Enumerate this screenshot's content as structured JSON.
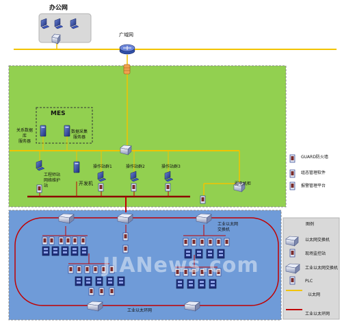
{
  "title_office": "办公网",
  "label_wan": "广域网",
  "label_mes": "MES",
  "label_relational_db": [
    "关系数据",
    "库",
    "服务器"
  ],
  "label_data_collect": [
    "数据采集",
    "服务器"
  ],
  "label_eng_station": [
    "工程师站",
    "网络维护",
    "站"
  ],
  "label_dev_machine": "开发机",
  "label_op_group1": "操作站群1",
  "label_op_group2": "操作站群2",
  "label_op_group3": "操作站群3",
  "label_weak_cabinet": "弱电机柜",
  "label_guard_firewall": "GUARD防火墙",
  "label_log_mgmt": "组态管理软件",
  "label_alarm_mgmt": "报警管理平台",
  "label_ind_switch": [
    "工业以太网",
    "交换机"
  ],
  "label_ind_ring": "工业以太环网",
  "legend": {
    "title": "图例",
    "items": [
      "以太网交换机",
      "现场监控站",
      "工业以太网交换机",
      "PLC",
      "以太网",
      "工业以太环网"
    ]
  },
  "watermark": "JIANews.com",
  "colors": {
    "green_zone": "#92d050",
    "blue_zone": "#6f9bd8",
    "ethernet": "#f2c300",
    "ring": "#c00000",
    "device": "#2b3f8f"
  }
}
